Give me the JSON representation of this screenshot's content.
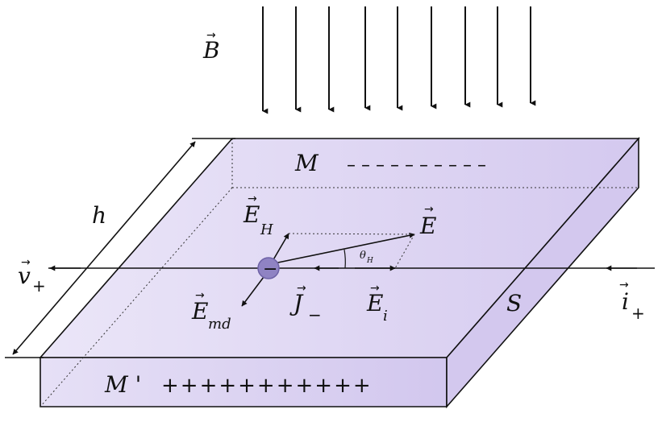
{
  "colors": {
    "slab_top": "#e3dcf5",
    "slab_top_edge": "#d3c8ef",
    "slab_front": "#ddd4f3",
    "slab_side": "#d6cdef",
    "electron": "#8f83c3",
    "line": "#111111"
  },
  "labels": {
    "B": "B",
    "M": "M",
    "M_dashes": "– – – – – – – – – –",
    "M_prime": "M '",
    "M_prime_pluses": "+++++++++++",
    "h": "h",
    "v": "v",
    "v_sub": "+",
    "i": "i",
    "i_sub": "+",
    "E": "E",
    "E_H": "E",
    "E_H_sub": "H",
    "theta": "θ",
    "theta_sub": "H",
    "E_md": "E",
    "E_md_sub": "md",
    "J": "J",
    "J_sub": "−",
    "E_i": "E",
    "E_i_sub": "i",
    "S": "S",
    "electron_sign": "−",
    "vector_arrow": "→"
  }
}
